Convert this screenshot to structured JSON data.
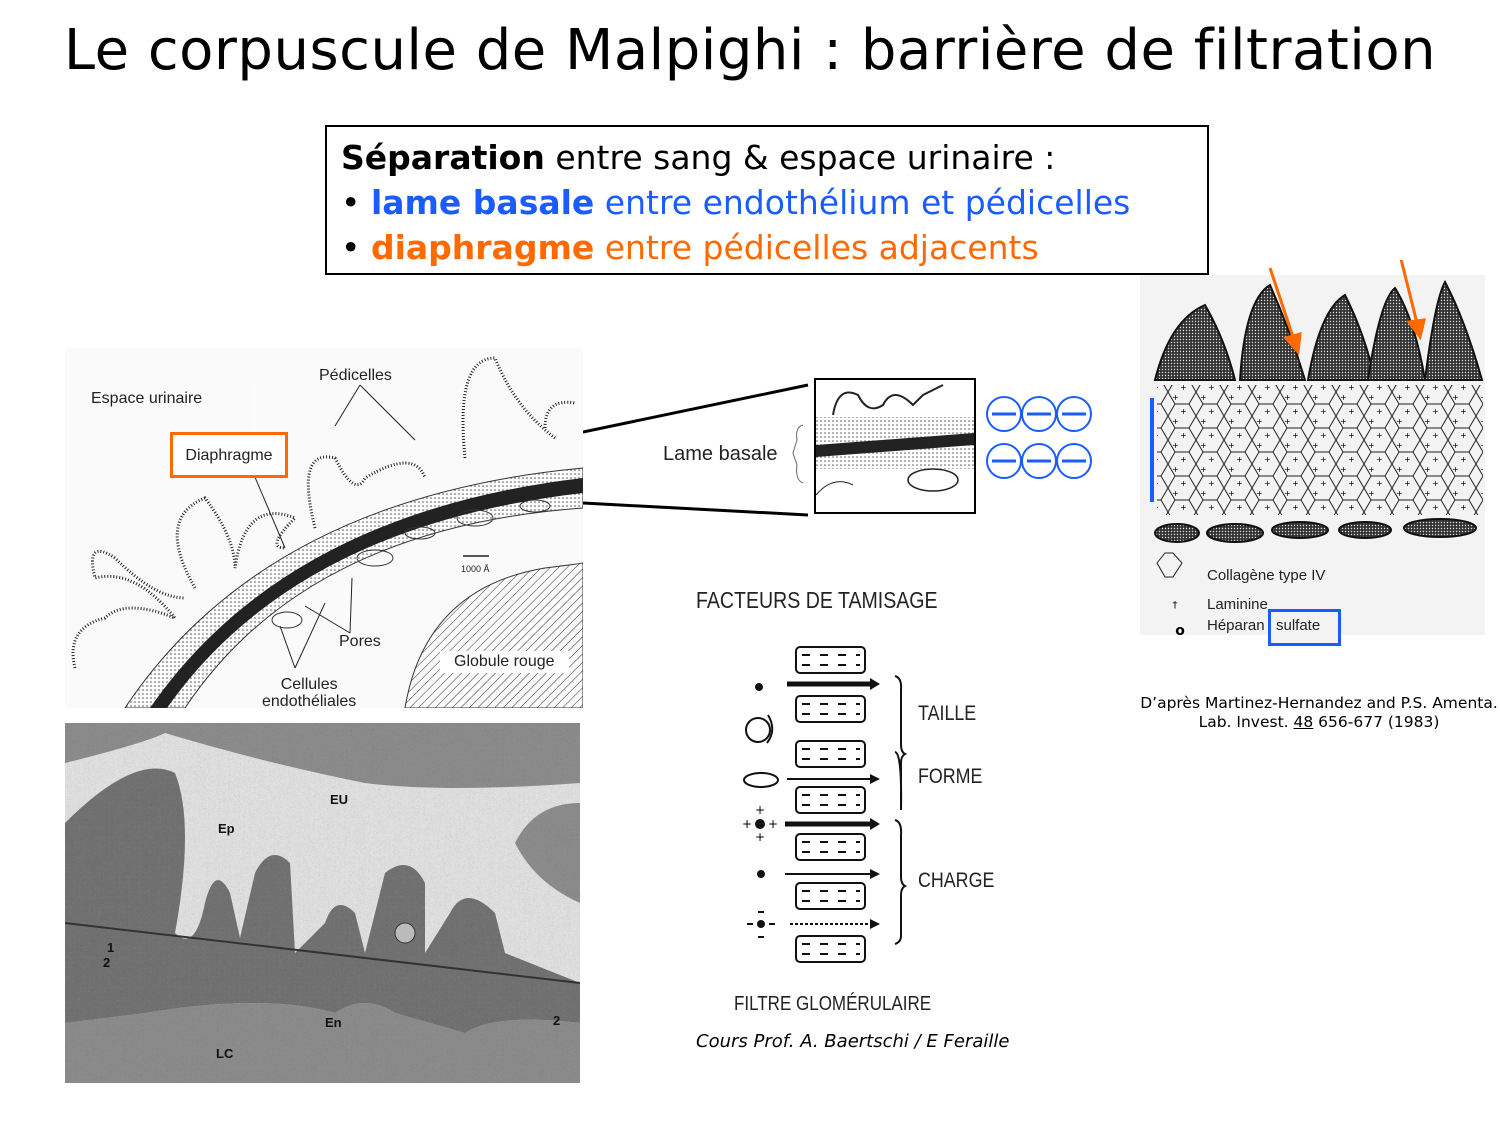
{
  "title": "Le corpuscule de Malpighi : barrière de filtration",
  "summary": {
    "line1_bold": "Séparation",
    "line1_rest": " entre sang & espace urinaire :",
    "bullet": "•",
    "line2_bold": "lame basale",
    "line2_rest": " entre endothélium et pédicelles",
    "line3_bold": "diaphragme",
    "line3_rest": " entre pédicelles adjacents"
  },
  "colors": {
    "blue": "#1a5cff",
    "orange": "#ff6a00"
  },
  "schema": {
    "espace_urinaire": "Espace urinaire",
    "pedicelles": "Pédicelles",
    "diaphragme": "Diaphragme",
    "scale": "1000 Å",
    "pores": "Pores",
    "cellules": "Cellules",
    "endotheliales": "endothéliales",
    "globule": "Globule rouge"
  },
  "inset": {
    "lame_basale": "Lame basale",
    "charge_symbol": "−"
  },
  "micrograph": {
    "eu": "EU",
    "ep": "Ep",
    "en": "En",
    "lc": "LC",
    "one": "1",
    "two": "2"
  },
  "tamisage": {
    "title": "FACTEURS DE TAMISAGE",
    "taille": "TAILLE",
    "forme": "FORME",
    "charge": "CHARGE",
    "filtre": "FILTRE GLOMÉRULAIRE",
    "credit": "Cours  Prof. A. Baertschi / E Feraille"
  },
  "membrane": {
    "collagene": "Collagène type IV",
    "laminine": "Laminine",
    "heparan": "Héparan",
    "sulfate": "sulfate"
  },
  "citation": {
    "line1": "D’après Martinez-Hernandez and P.S. Amenta.",
    "journal": "Lab. Invest. ",
    "volume": "48",
    "pages": " 656-677 (1983)"
  }
}
